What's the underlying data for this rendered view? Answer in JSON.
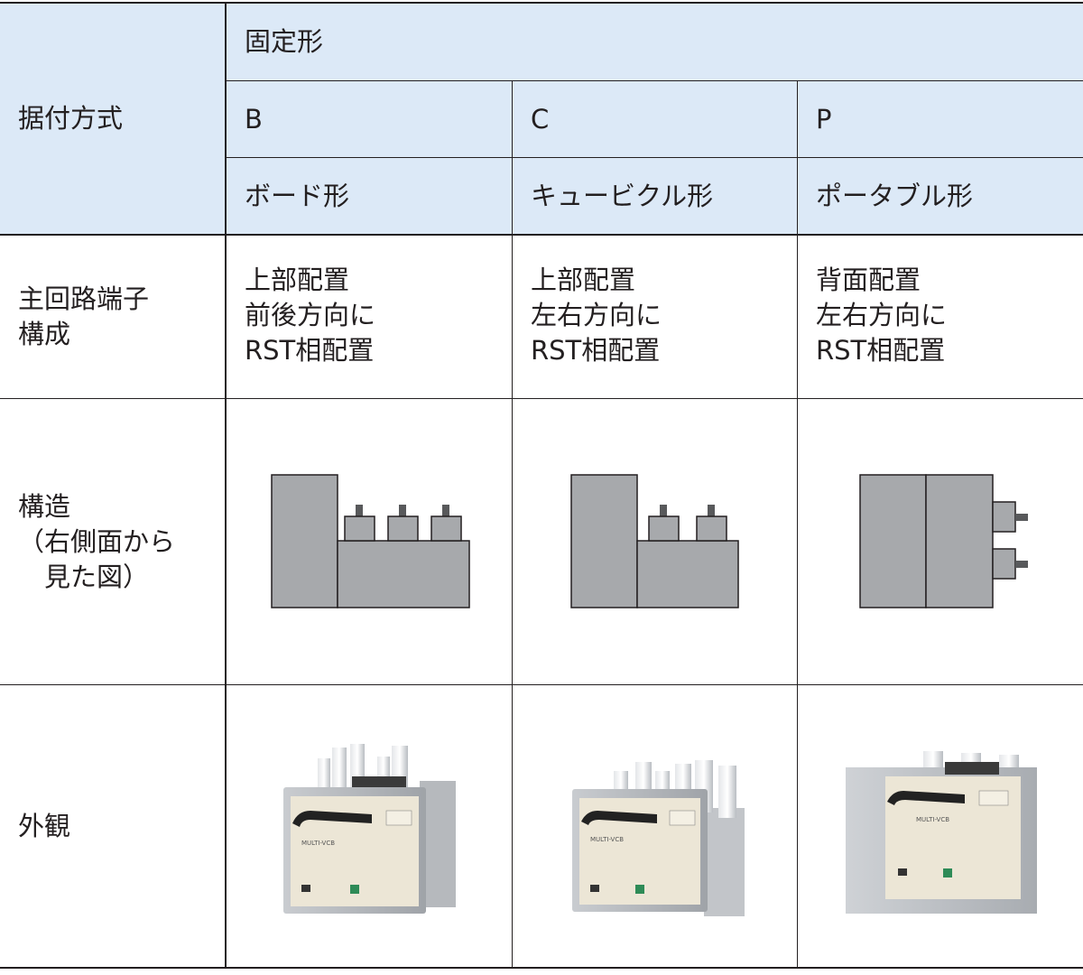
{
  "table": {
    "row_headers": {
      "mounting": "据付方式",
      "terminal": "主回路端子\n構成",
      "structure": "構造\n（右側面から\n　見た図）",
      "appearance": "外観"
    },
    "fixed_type": "固定形",
    "columns": [
      {
        "code": "B",
        "name": "ボード形",
        "terminal": "上部配置\n前後方向に\nRST相配置"
      },
      {
        "code": "C",
        "name": "キュービクル形",
        "terminal": "上部配置\n左右方向に\nRST相配置"
      },
      {
        "code": "P",
        "name": "ポータブル形",
        "terminal": "背面配置\n左右方向に\nRST相配置"
      }
    ],
    "device_label": "MULTI-VCB",
    "colors": {
      "header_bg": "#dce9f7",
      "shape_fill": "#a7a9ac",
      "border": "#231f20"
    }
  }
}
